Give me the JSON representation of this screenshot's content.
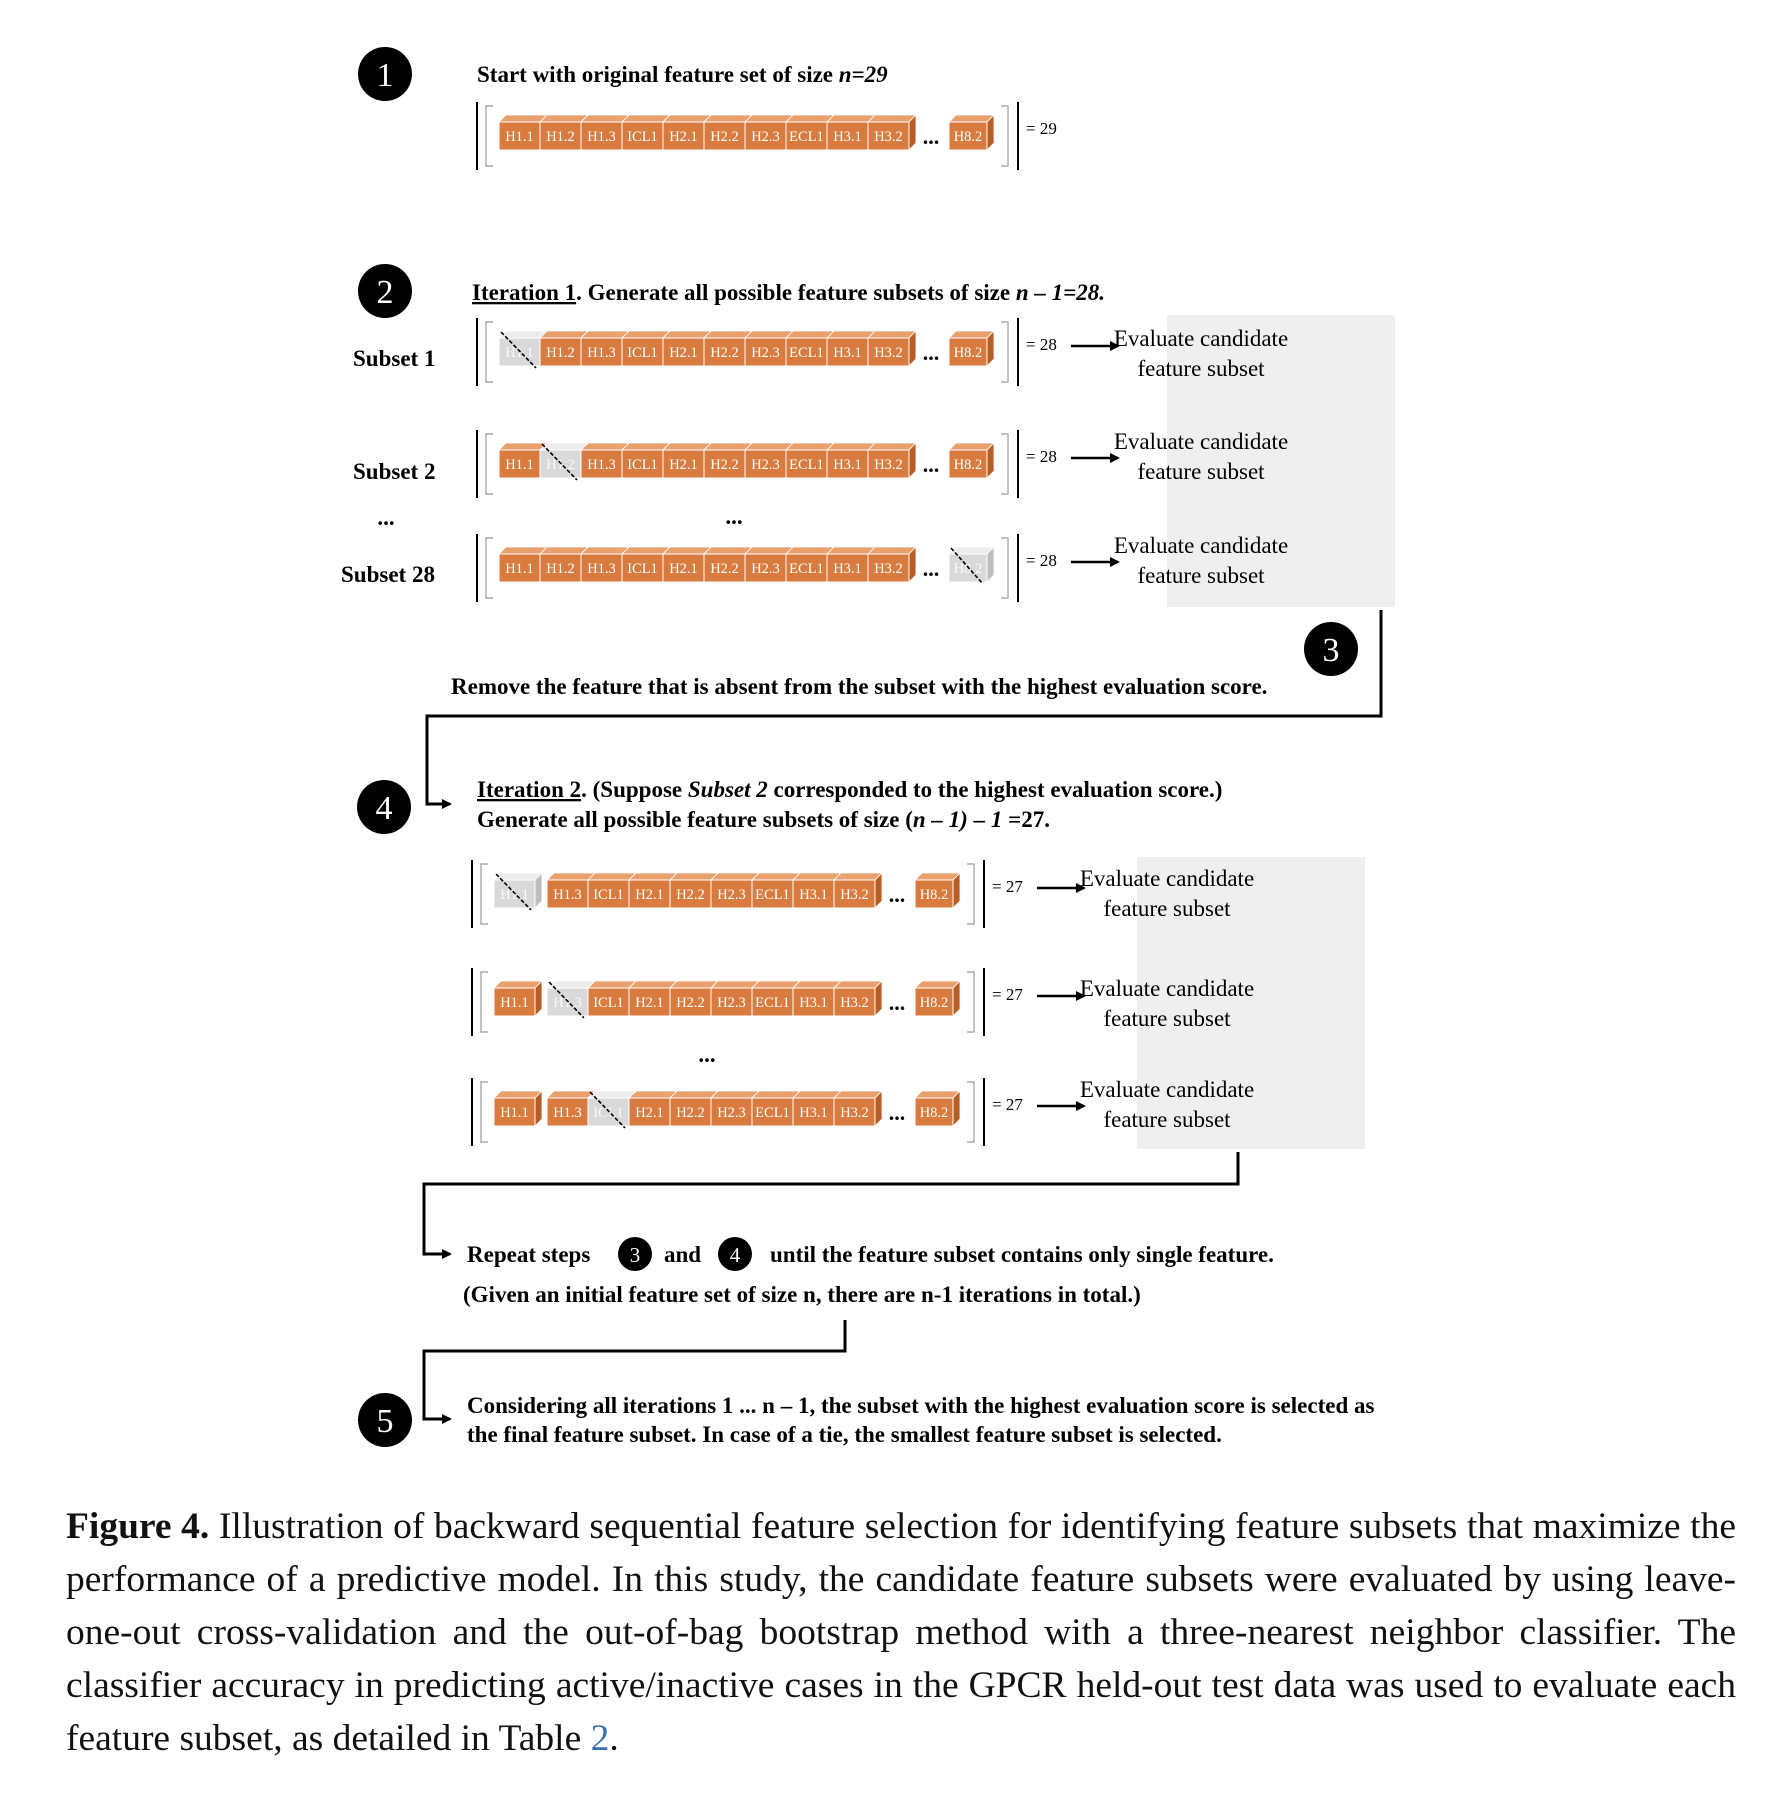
{
  "steps": {
    "s1": "1",
    "s2": "2",
    "s3": "3",
    "s4": "4",
    "s5": "5"
  },
  "step1": {
    "text_prefix": "Start with original feature set of size ",
    "text_var": "n=29",
    "row": {
      "features": [
        "H1.1",
        "H1.2",
        "H1.3",
        "ICL1",
        "H2.1",
        "H2.2",
        "H2.3",
        "ECL1",
        "H3.1",
        "H3.2"
      ],
      "ellipsis": "...",
      "last": "H8.2",
      "count": "= 29"
    }
  },
  "iteration1": {
    "label_link": "Iteration 1",
    "label_rest": ". Generate all possible feature subsets of size ",
    "label_var": "n – 1=28.",
    "subsets": [
      {
        "name": "Subset 1",
        "count": "= 28",
        "removed": 0
      },
      {
        "name": "Subset 2",
        "count": "= 28",
        "removed": 1
      },
      {
        "name": "Subset 28",
        "count": "= 28",
        "removed": "last"
      }
    ],
    "subset_ellipsis": "...",
    "evaluate_line1": "Evaluate candidate",
    "evaluate_line2": "feature subset"
  },
  "step3": {
    "text": "Remove the feature that is absent from the subset with the highest evaluation score."
  },
  "iteration2": {
    "label_link": "Iteration 2",
    "label_rest": ". (Suppose ",
    "label_italic": "Subset 2",
    "label_rest2": " corresponded to the highest evaluation score.)",
    "line2_prefix": "Generate all possible feature subsets of size (",
    "line2_var": "n – 1) – 1",
    "line2_suffix": " =27.",
    "features_after": [
      "H1.1",
      "H1.3",
      "ICL1",
      "H2.1",
      "H2.2",
      "H2.3",
      "ECL1",
      "H3.1",
      "H3.2"
    ],
    "rows": [
      {
        "count": "= 27",
        "removed": 0
      },
      {
        "count": "= 27",
        "removed": 1
      },
      {
        "count": "= 27",
        "removed": 2
      }
    ],
    "evaluate_line1": "Evaluate candidate",
    "evaluate_line2": "feature subset"
  },
  "repeat": {
    "part1": "Repeat steps",
    "part2": "and",
    "part3": "until the feature subset contains only single feature.",
    "line2": "(Given an initial feature set of size n, there are n-1 iterations in total.)"
  },
  "step5": {
    "line1": "Considering all iterations 1 ... n – 1, the subset with the highest evaluation score is selected as",
    "line2": "the final feature subset. In case of a tie, the smallest feature subset is selected."
  },
  "caption": {
    "label": "Figure 4.",
    "text": " Illustration of backward sequential feature selection for identifying feature subsets that maximize the performance of a predictive model.  In this study, the candidate feature subsets were evaluated by using leave-one-out cross-validation and the out-of-bag bootstrap method with a three-nearest neighbor classifier. The classifier accuracy in predicting active/inactive cases in the GPCR held-out test data was used to evaluate each feature subset, as detailed in Table ",
    "ref": "2",
    "end": "."
  },
  "colors": {
    "box_front": "#d97a3e",
    "box_top": "#e9a06c",
    "box_side": "#b85e25",
    "box_removed": "#d9d9d9",
    "box_removed_top": "#ececec",
    "box_removed_side": "#bdbdbd",
    "eval_bg": "#efefef",
    "step_circle": "#000000",
    "link": "#3a6fb5"
  }
}
